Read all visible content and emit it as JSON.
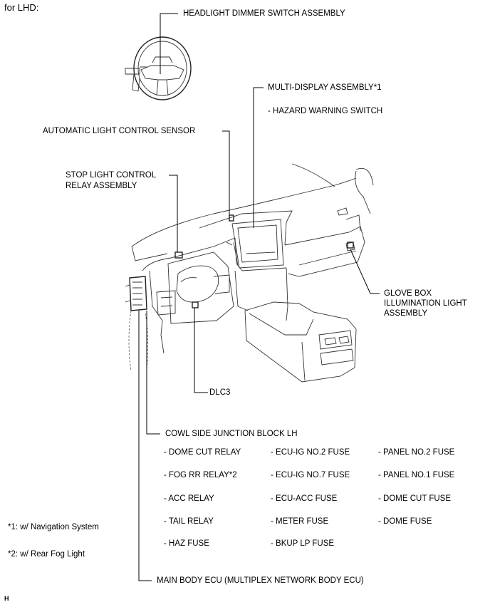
{
  "heading": "for LHD:",
  "labels": {
    "headlight": "HEADLIGHT DIMMER SWITCH ASSEMBLY",
    "multi_display": "MULTI-DISPLAY ASSEMBLY*1",
    "hazard": "- HAZARD WARNING SWITCH",
    "auto_light": "AUTOMATIC LIGHT CONTROL SENSOR",
    "stop_light_1": "STOP LIGHT CONTROL",
    "stop_light_2": "RELAY ASSEMBLY",
    "glove_box_1": "GLOVE BOX",
    "glove_box_2": "ILLUMINATION LIGHT",
    "glove_box_3": "ASSEMBLY",
    "dlc3": "DLC3",
    "cowl": "COWL SIDE JUNCTION BLOCK LH",
    "main_body": "MAIN BODY ECU (MULTIPLEX NETWORK BODY ECU)"
  },
  "cowl_items": {
    "col1": [
      "- DOME CUT RELAY",
      "- FOG RR RELAY*2",
      "- ACC RELAY",
      "- TAIL RELAY",
      "- HAZ FUSE"
    ],
    "col2": [
      "- ECU-IG NO.2 FUSE",
      "- ECU-IG NO.7 FUSE",
      "- ECU-ACC FUSE",
      "- METER FUSE",
      "- BKUP LP FUSE"
    ],
    "col3": [
      "- PANEL NO.2 FUSE",
      "- PANEL NO.1 FUSE",
      "- DOME CUT FUSE",
      "- DOME FUSE"
    ]
  },
  "notes": {
    "note1": "*1: w/ Navigation System",
    "note2": "*2: w/ Rear Fog Light"
  },
  "footer": "H"
}
